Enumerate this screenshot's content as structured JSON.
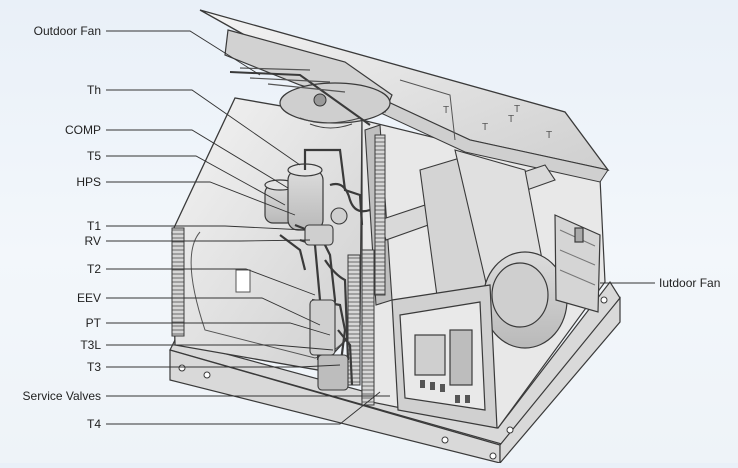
{
  "labels": {
    "outdoor_fan": "Outdoor Fan",
    "th": "Th",
    "comp": "COMP",
    "t5": "T5",
    "hps": "HPS",
    "t1": "T1",
    "rv": "RV",
    "t2": "T2",
    "eev": "EEV",
    "pt": "PT",
    "t3l": "T3L",
    "t3": "T3",
    "service_valves": "Service Valves",
    "t4": "T4",
    "iutdoor_fan": "Iutdoor Fan"
  },
  "colors": {
    "body_fill": "#e4e4e4",
    "body_stroke": "#3a3a3a",
    "leader": "#333333",
    "background": "#eef3f8"
  }
}
